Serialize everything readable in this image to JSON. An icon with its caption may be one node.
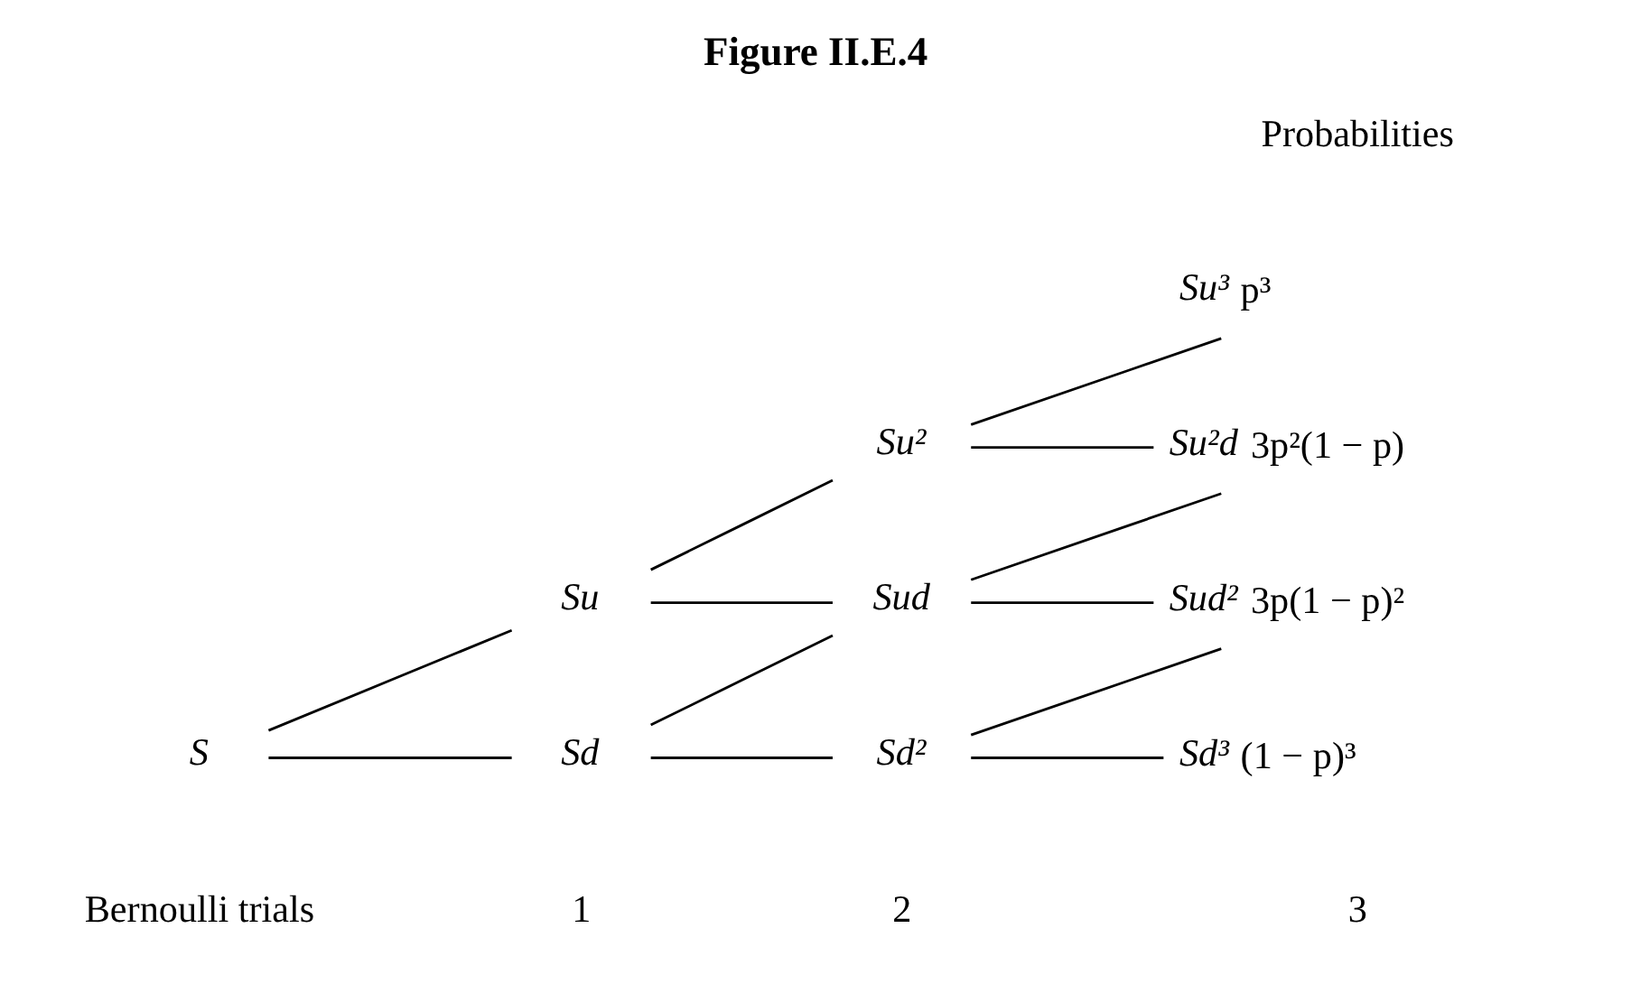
{
  "diagram": {
    "title": "Figure II.E.4",
    "nodes": [
      {
        "text": [
          "S"
        ]
      },
      {
        "text": [
          "Su"
        ]
      },
      {
        "text": [
          "Sd"
        ]
      },
      {
        "text": [
          "Su²"
        ]
      },
      {
        "text": [
          "Sud"
        ]
      },
      {
        "text": [
          "Sd²"
        ]
      },
      {
        "text": [
          "Su³"
        ],
        "beside": [
          "p³"
        ]
      },
      {
        "text": [
          "Su²d"
        ],
        "beside": [
          "3p²(1 − p)"
        ]
      },
      {
        "text": [
          "Sud²"
        ],
        "beside": [
          "3p(1 − p)²"
        ]
      },
      {
        "text": [
          "Sd³"
        ],
        "beside": [
          "(1 − p)³"
        ]
      }
    ],
    "edges": [
      {
        "from": 0,
        "to": 1,
        "arrow": "none"
      },
      {
        "from": 0,
        "to": 2,
        "arrow": "none"
      },
      {
        "from": 1,
        "to": 3,
        "arrow": "none"
      },
      {
        "from": 1,
        "to": 4,
        "arrow": "none"
      },
      {
        "from": 2,
        "to": 4,
        "arrow": "none"
      },
      {
        "from": 2,
        "to": 5,
        "arrow": "none"
      },
      {
        "from": 3,
        "to": 6,
        "arrow": "none"
      },
      {
        "from": 3,
        "to": 7,
        "arrow": "none"
      },
      {
        "from": 4,
        "to": 7,
        "arrow": "none"
      },
      {
        "from": 4,
        "to": 8,
        "arrow": "none"
      },
      {
        "from": 5,
        "to": 8,
        "arrow": "none"
      },
      {
        "from": 5,
        "to": 9,
        "arrow": "none"
      }
    ],
    "labels": [
      "Probabilities",
      "Bernoulli trials",
      "1",
      "2",
      "3"
    ]
  }
}
